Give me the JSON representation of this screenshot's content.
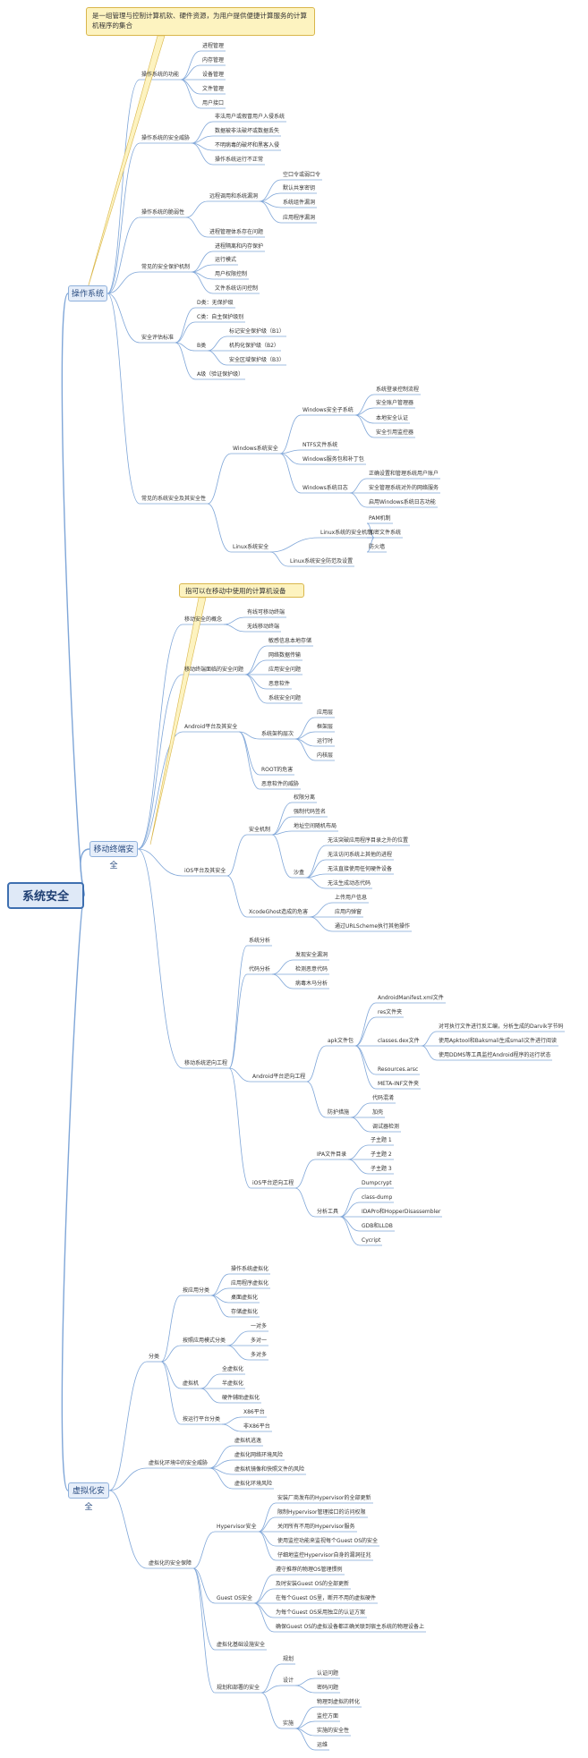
{
  "root": "系统安全",
  "main": {
    "os": "操作系统",
    "mobile": "移动终端安全",
    "virt": "虚拟化安全"
  },
  "callouts": {
    "os": "是一组管理与控制计算机软、硬件资源，为用户提供便捷计算服务的计算机程序的集合",
    "mobile": "指可以在移动中使用的计算机设备"
  },
  "nodes": {
    "n1": "操作系统的功能",
    "n2": "进程管理",
    "n3": "内存管理",
    "n4": "设备管理",
    "n5": "文件管理",
    "n6": "用户接口",
    "n7": "操作系统的安全威胁",
    "n8": "非法用户或假冒用户入侵系统",
    "n9": "数据被非法破坏或数据丢失",
    "n10": "不明病毒的破坏和黑客入侵",
    "n11": "操作系统运行不正常",
    "n12": "操作系统的脆弱性",
    "n13": "远程调用和系统漏洞",
    "n14": "空口令或弱口令",
    "n15": "默认共享密钥",
    "n16": "系统组件漏洞",
    "n17": "应用程序漏洞",
    "n18": "进程管理体系存在问题",
    "n19": "常见的安全保护机制",
    "n20": "进程隔离和内存保护",
    "n21": "运行模式",
    "n22": "用户权限控制",
    "n23": "文件系统访问控制",
    "n24": "安全评估标准",
    "n25": "D类：无保护级",
    "n26": "C类：自主保护级别",
    "n27": "B类",
    "n28": "标记安全保护级（B1）",
    "n29": "机构化保护级（B2）",
    "n30": "安全区域保护级（B3）",
    "n31": "A级（验证保护级）",
    "n32": "常见的系统安全及其安全性",
    "n33": "Windows系统安全",
    "n34": "Windows安全子系统",
    "n35": "系统登录控制流程",
    "n36": "安全账户管理器",
    "n37": "本地安全认证",
    "n38": "安全引用监控器",
    "n39": "NTFS文件系统",
    "n40": "Windows服务包和补丁包",
    "n41": "Windows系统日志",
    "n42": "正确设置和管理系统用户账户",
    "n43": "安全管理系统对外的网络服务",
    "n44": "启用Windows系统日志功能",
    "n45": "Linux系统安全",
    "n46": "Linux系统的安全机制",
    "n47": "PAM机制",
    "n48": "加密文件系统",
    "n49": "防火墙",
    "n50": "Linux系统安全防范及设置",
    "m1": "移动安全的概念",
    "m2": "有线可移动终端",
    "m3": "无线移动终端",
    "m4": "移动终端面临的安全问题",
    "m5": "敏感信息本地存储",
    "m6": "网络数据传输",
    "m7": "应用安全问题",
    "m8": "恶意软件",
    "m9": "系统安全问题",
    "m10": "Android平台及其安全",
    "m11": "系统架构层次",
    "m12": "应用层",
    "m13": "框架层",
    "m14": "运行时",
    "m15": "内核层",
    "m16": "ROOT的危害",
    "m17": "恶意软件的威胁",
    "m18": "iOS平台及其安全",
    "m19": "安全机制",
    "m20": "权限分离",
    "m21": "强制代码签名",
    "m22": "地址空间随机布局",
    "m23": "沙盒",
    "m24": "无法突破应用程序目录之外的位置",
    "m25": "无法访问系统上其他的进程",
    "m26": "无法直接使用任何硬件设备",
    "m27": "无法生成动态代码",
    "m28": "XcodeGhost造成的危害",
    "m29": "上传用户信息",
    "m30": "应用内弹窗",
    "m31": "通过URLScheme执行其他操作",
    "m32": "移动系统逆向工程",
    "m33": "系统分析",
    "m34": "代码分析",
    "m35": "发现安全漏洞",
    "m36": "检测恶意代码",
    "m37": "病毒木马分析",
    "m38": "Android平台逆向工程",
    "m39": "apk文件包",
    "m40": "AndroidManifest.xml文件",
    "m41": "res文件夹",
    "m42": "classes.dex文件",
    "m43": "对可执行文件进行反汇编，分析生成的Darvik字节码",
    "m44": "使用Apktool和Baksmali生成smali文件进行阅读",
    "m45": "使用DDMS等工具监控Android程序的运行状态",
    "m46": "Resources.arsc",
    "m47": "META-INF文件夹",
    "m48": "防护措施",
    "m49": "代码混淆",
    "m50": "加壳",
    "m51": "调试器检测",
    "m52": "iOS平台逆向工程",
    "m53": "IPA文件目录",
    "m54": "子主题 1",
    "m55": "子主题 2",
    "m56": "子主题 3",
    "m57": "分析工具",
    "m58": "Dumpcrypt",
    "m59": "class-dump",
    "m60": "IDAPro和HopperDisassembler",
    "m61": "GDB和LLDB",
    "m62": "Cycript",
    "v1": "分类",
    "v2": "按应用分类",
    "v3": "操作系统虚拟化",
    "v4": "应用程序虚拟化",
    "v5": "桌面虚拟化",
    "v6": "存储虚拟化",
    "v7": "按照应用模式分类",
    "v8": "一对多",
    "v9": "多对一",
    "v10": "多对多",
    "v11": "虚拟机",
    "v12": "全虚拟化",
    "v13": "半虚拟化",
    "v14": "硬件辅助虚拟化",
    "v15": "按运行平台分类",
    "v16": "X86平台",
    "v17": "非X86平台",
    "v18": "虚拟化环境中的安全威胁",
    "v19": "虚拟机逃逸",
    "v20": "虚拟化网络环境风险",
    "v21": "虚拟机镜像和快照文件的风险",
    "v22": "虚拟化环境风险",
    "v23": "虚拟化的安全保障",
    "v24": "Hypervisor安全",
    "v25": "安装厂商发布的Hypervisor的全部更新",
    "v26": "限制Hypervisor管理接口的访问权限",
    "v27": "关闭所有不用的Hypervisor服务",
    "v28": "使用监控功能来监视每个Guest OS的安全",
    "v29": "仔细地监控Hypervisor自身的漏洞征兆",
    "v30": "Guest OS安全",
    "v31": "遵守推荐的物理OS管理惯例",
    "v32": "及时安装Guest OS的全部更新",
    "v33": "在每个Guest OS里，断开不用的虚拟硬件",
    "v34": "为每个Guest OS采用独立的认证方案",
    "v35": "确保Guest OS的虚拟设备都正确关联到宿主系统的物理设备上",
    "v36": "虚拟化基础设施安全",
    "v37": "规划和部署的安全",
    "v38": "规划",
    "v39": "设计",
    "v40": "认证问题",
    "v41": "密码问题",
    "v42": "实施",
    "v43": "物理到虚拟的转化",
    "v44": "监控方面",
    "v45": "实施的安全性",
    "v46": "运维"
  }
}
